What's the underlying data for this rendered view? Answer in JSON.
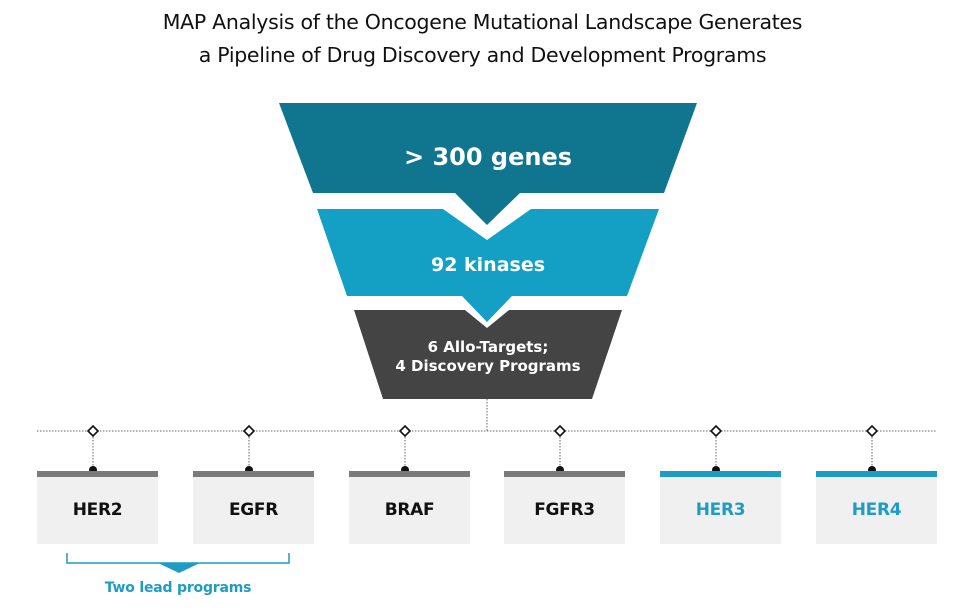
{
  "title": {
    "line1": "MAP Analysis of the Oncogene Mutational Landscape Generates",
    "line2": "a Pipeline of Drug Discovery and Development Programs"
  },
  "funnel": [
    {
      "id": "genes",
      "lines": [
        "> 300 genes"
      ],
      "color": "#10768f"
    },
    {
      "id": "kinases",
      "lines": [
        "92 kinases"
      ],
      "color": "#14a0c4"
    },
    {
      "id": "allo-targets",
      "lines": [
        "6 Allo-Targets;",
        "4 Discovery Programs"
      ],
      "color": "#444444"
    }
  ],
  "programs": [
    {
      "name": "HER2",
      "status": "discovery",
      "bar_color": "#7a7a7a",
      "text_color": "#111111"
    },
    {
      "name": "EGFR",
      "status": "discovery",
      "bar_color": "#7a7a7a",
      "text_color": "#111111"
    },
    {
      "name": "BRAF",
      "status": "discovery",
      "bar_color": "#7a7a7a",
      "text_color": "#111111"
    },
    {
      "name": "FGFR3",
      "status": "discovery",
      "bar_color": "#7a7a7a",
      "text_color": "#111111"
    },
    {
      "name": "HER3",
      "status": "allo-target",
      "bar_color": "#1f9cc4",
      "text_color": "#1f9cc4"
    },
    {
      "name": "HER4",
      "status": "allo-target",
      "bar_color": "#1f9cc4",
      "text_color": "#1f9cc4"
    }
  ],
  "lead": {
    "label": "Two lead programs",
    "color": "#1f9cc4",
    "programs": [
      "HER2",
      "EGFR"
    ]
  }
}
